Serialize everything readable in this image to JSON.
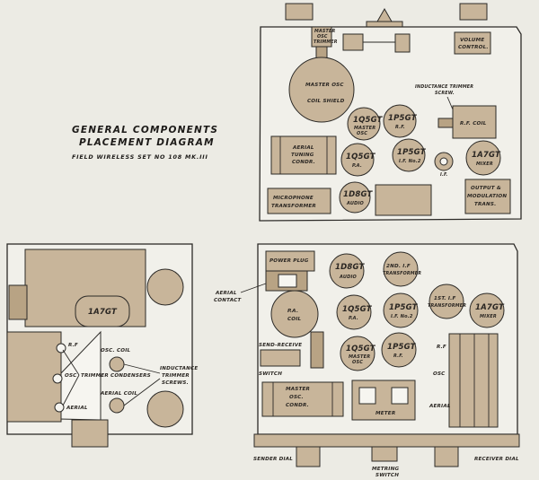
{
  "title": {
    "line1": "GENERAL COMPONENTS",
    "line2": "PLACEMENT DIAGRAM",
    "subtitle": "FIELD WIRELESS SET NO 108 MK.III"
  },
  "top_panel": {
    "master_osc_trimmer": [
      "MASTER",
      "OSC",
      "TRIMMER"
    ],
    "volume_control": [
      "VOLUME",
      "CONTROL."
    ],
    "coil_shield": [
      "MASTER OSC",
      "COIL SHIELD"
    ],
    "inductance_trimmer_screw": [
      "INDUCTANCE TRIMMER",
      "SCREW."
    ],
    "rf_coil": "R.F. COIL",
    "aerial_tuning_condr": [
      "AERIAL",
      "TUNING",
      "CONDR."
    ],
    "tubes": [
      {
        "type": "1Q5GT",
        "role": [
          "MASTER",
          "OSC"
        ]
      },
      {
        "type": "1P5GT",
        "role": [
          "R.F."
        ]
      },
      {
        "type": "1Q5GT",
        "role": [
          "P.A."
        ]
      },
      {
        "type": "1P5GT",
        "role": [
          "I.F. No.2"
        ]
      },
      {
        "type": "1A7GT",
        "role": [
          "MIXER"
        ]
      },
      {
        "type": "1D8GT",
        "role": [
          "AUDIO"
        ]
      }
    ],
    "if_can": "I.F.",
    "microphone_transformer": [
      "MICROPHONE",
      "TRANSFORMER"
    ],
    "output_modulation": [
      "OUTPUT &",
      "MODULATION",
      "TRANS."
    ]
  },
  "bottom_right": {
    "power_plug": "POWER PLUG",
    "aerial_contact": [
      "AERIAL",
      "CONTACT"
    ],
    "pa_coil": [
      "P.A.",
      "COIL"
    ],
    "send_receive_switch": [
      "SEND-RECEIVE",
      "SWITCH"
    ],
    "master_osc_condr": [
      "MASTER",
      "OSC.",
      "CONDR."
    ],
    "meter": "METER",
    "if2_transformer": [
      "2ND. I.F",
      "TRANSFORMER"
    ],
    "if1_transformer": [
      "1ST. I.F",
      "TRANSFORMER"
    ],
    "tubes": [
      {
        "type": "1D8GT",
        "role": [
          "AUDIO"
        ]
      },
      {
        "type": "1Q5GT",
        "role": [
          "P.A."
        ]
      },
      {
        "type": "1P5GT",
        "role": [
          "I.F. No.2"
        ]
      },
      {
        "type": "1A7GT",
        "role": [
          "MIXER"
        ]
      },
      {
        "type": "1Q5GT",
        "role": [
          "MASTER",
          "OSC"
        ]
      },
      {
        "type": "1P5GT",
        "role": [
          "R.F."
        ]
      }
    ],
    "side_labels": [
      "R.F",
      "OSC",
      "AERIAL"
    ],
    "sender_dial": "SENDER DIAL",
    "metring_switch": [
      "METRING",
      "SWITCH"
    ],
    "receiver_dial": "RECEIVER DIAL"
  },
  "bottom_left": {
    "tube": "1A7GT",
    "rf": "R.F",
    "osc": "OSC",
    "aerial": "AERIAL",
    "osc_coil": "OSC. COIL",
    "trimmer_condensers": "TRIMMER CONDENSERS",
    "inductance_trimmer_screws": [
      "INDUCTANCE",
      "TRIMMER",
      "SCREWS."
    ],
    "aerial_coil": "AERIAL COIL"
  }
}
